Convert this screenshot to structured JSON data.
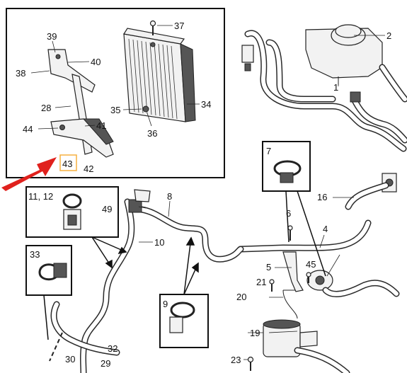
{
  "callouts": {
    "c1": "1",
    "c2": "2",
    "c4": "4",
    "c5": "5",
    "c6": "6",
    "c7": "7",
    "c8": "8",
    "c9": "9",
    "c10": "10",
    "c11_12": "11, 12",
    "c16": "16",
    "c19": "19",
    "c20": "20",
    "c21": "21",
    "c23": "23",
    "c28": "28",
    "c29": "29",
    "c30": "30",
    "c32": "32",
    "c33": "33",
    "c34": "34",
    "c35": "35",
    "c36": "36",
    "c37": "37",
    "c38": "38",
    "c39": "39",
    "c40": "40",
    "c41": "41",
    "c42": "42",
    "c43": "43",
    "c44": "44",
    "c45": "45",
    "c49": "49"
  },
  "colors": {
    "highlight_box": "#f5b041",
    "arrow": "#e0211d",
    "line": "#222222"
  }
}
